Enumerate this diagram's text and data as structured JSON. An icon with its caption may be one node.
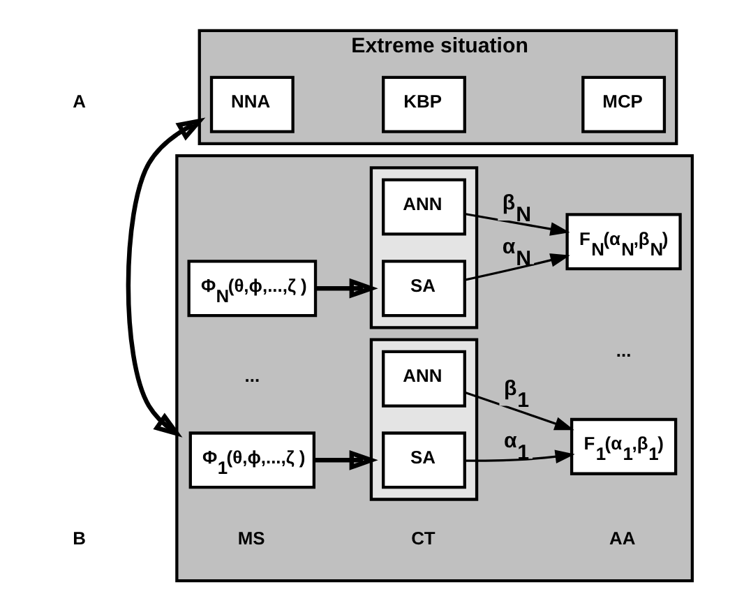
{
  "diagram": {
    "nodes": [
      {
        "text": [
          "Extreme situation"
        ]
      },
      {
        "text": [
          "NNA"
        ],
        "in": 0
      },
      {
        "text": [
          "KBP"
        ],
        "in": 0
      },
      {
        "text": [
          "MCP"
        ],
        "in": 0
      },
      {
        "text": [],
        "shape": "box"
      },
      {
        "text": [
          "Φ$_{1}$(θ,ϕ,...,ζ )"
        ],
        "in": 4
      },
      {
        "text": [],
        "shape": "box",
        "in": 4
      },
      {
        "text": [
          "SA"
        ],
        "in": 6
      },
      {
        "text": [
          "ANN"
        ],
        "in": 6
      },
      {
        "text": [
          "F$_{1}$(α$_{1}$,β$_{1}$)"
        ],
        "in": 4
      },
      {
        "text": [
          "Φ$_{N}$(θ,ϕ,...,ζ )"
        ],
        "in": 4
      },
      {
        "text": [],
        "shape": "box",
        "in": 4
      },
      {
        "text": [
          "SA"
        ],
        "in": 11
      },
      {
        "text": [
          "ANN"
        ],
        "in": 11
      },
      {
        "text": [
          "F$_{N}$(α$_{N}$,β$_{N}$)"
        ],
        "in": 4
      }
    ],
    "edges": [
      {
        "from": 0,
        "to": 4,
        "arrow": "both",
        "style": "thick"
      },
      {
        "from": 5,
        "to": 6,
        "arrow": "to",
        "style": "thick"
      },
      {
        "from": 7,
        "to": 9,
        "arrow": "to",
        "label": "α$_{1}$"
      },
      {
        "from": 8,
        "to": 9,
        "arrow": "to",
        "label": "β$_{1}$"
      },
      {
        "from": 10,
        "to": 11,
        "arrow": "to",
        "style": "thick"
      },
      {
        "from": 12,
        "to": 14,
        "arrow": "to",
        "label": "α$_{N}$"
      },
      {
        "from": 13,
        "to": 14,
        "arrow": "to",
        "label": "β$_{N}$"
      }
    ],
    "labels": [
      "A",
      "B",
      "MS",
      "CT",
      "AA",
      "...",
      "..."
    ]
  }
}
